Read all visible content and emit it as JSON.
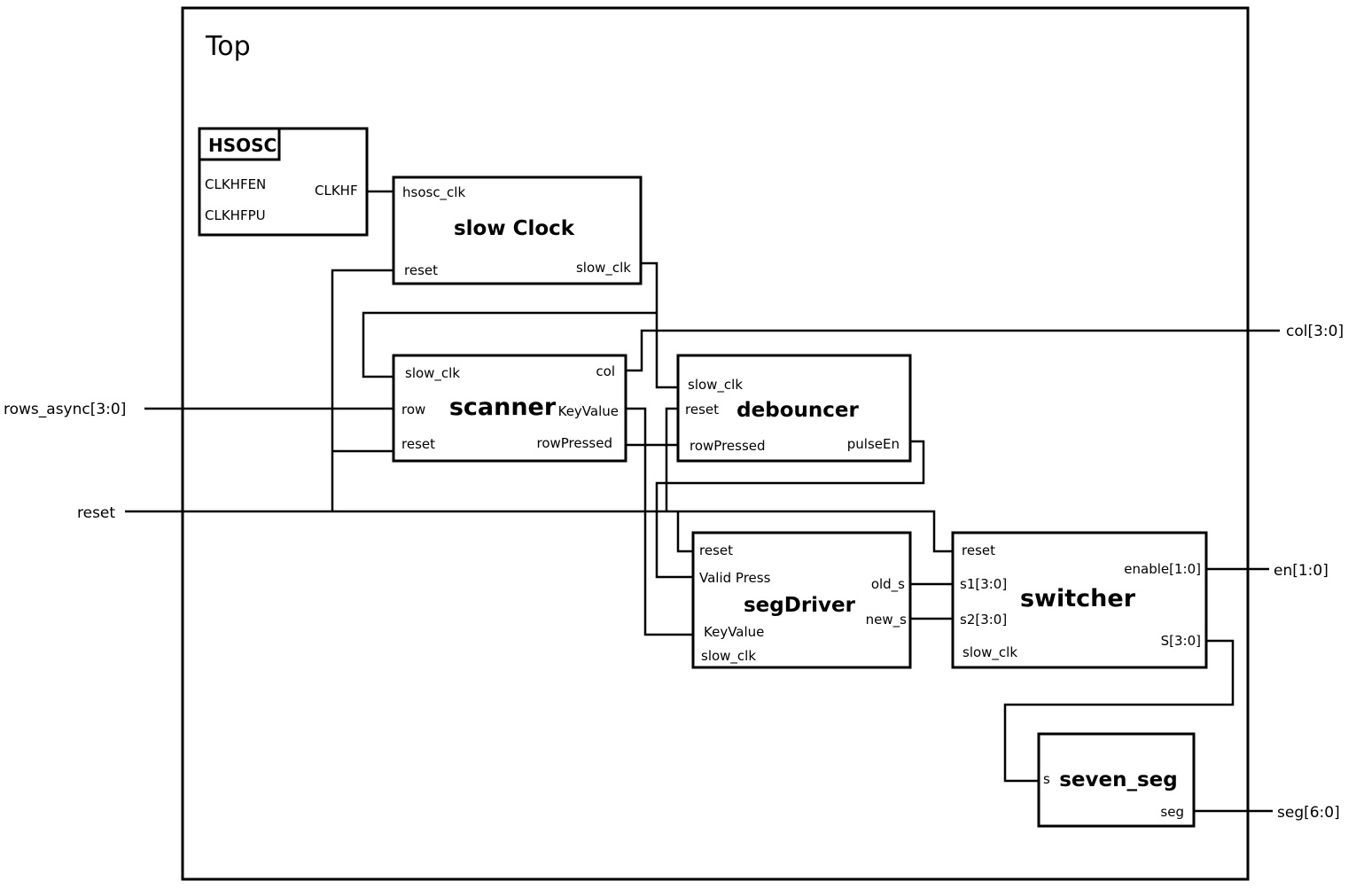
{
  "top": {
    "title": "Top"
  },
  "external": {
    "rows_async": "rows_async[3:0]",
    "reset": "reset",
    "col": "col[3:0]",
    "en": "en[1:0]",
    "seg": "seg[6:0]"
  },
  "hsosc": {
    "name": "HSOSC",
    "clkhfen": "CLKHFEN",
    "clkhfpu": "CLKHFPU",
    "clkhf": "CLKHF"
  },
  "slow_clock": {
    "name": "slow Clock",
    "hsosc_clk": "hsosc_clk",
    "reset": "reset",
    "slow_clk": "slow_clk"
  },
  "scanner": {
    "name": "scanner",
    "slow_clk": "slow_clk",
    "row": "row",
    "reset": "reset",
    "col": "col",
    "keyvalue": "KeyValue",
    "rowpressed": "rowPressed"
  },
  "debouncer": {
    "name": "debouncer",
    "slow_clk": "slow_clk",
    "reset": "reset",
    "rowpressed": "rowPressed",
    "pulseen": "pulseEn"
  },
  "segdriver": {
    "name": "segDriver",
    "reset": "reset",
    "validpress": "Valid Press",
    "keyvalue": "KeyValue",
    "slow_clk": "slow_clk",
    "old_s": "old_s",
    "new_s": "new_s"
  },
  "switcher": {
    "name": "switcher",
    "reset": "reset",
    "s1": "s1[3:0]",
    "s2": "s2[3:0]",
    "slow_clk": "slow_clk",
    "enable": "enable[1:0]",
    "s": "S[3:0]"
  },
  "seven_seg": {
    "name": "seven_seg",
    "s": "s",
    "seg": "seg"
  }
}
